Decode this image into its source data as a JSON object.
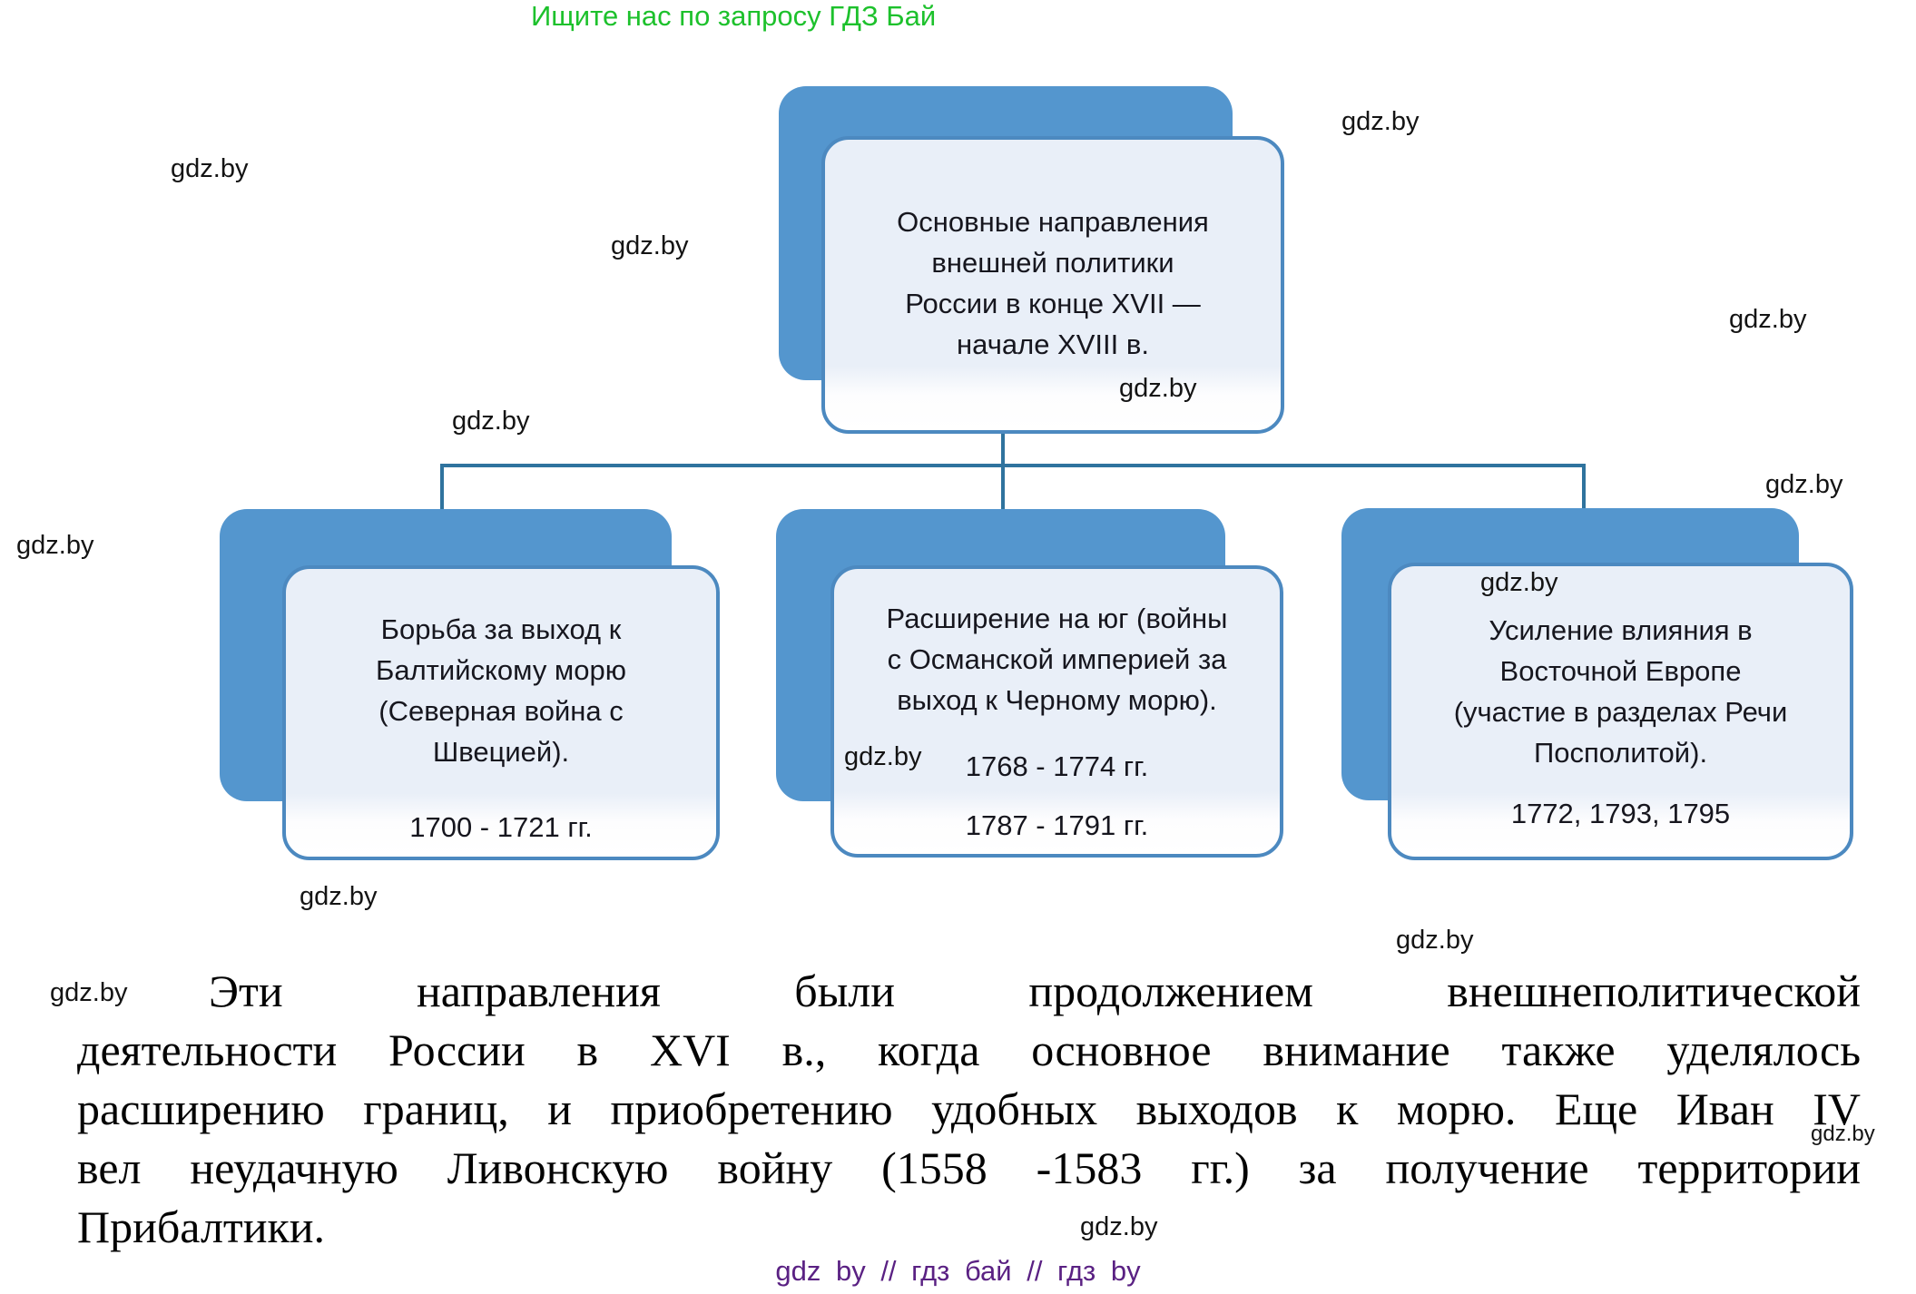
{
  "title": {
    "text": "Ищите нас по запросу ГДЗ Бай",
    "color": "#1DC12C"
  },
  "watermark": {
    "text": "gdz.by"
  },
  "diagram": {
    "colors": {
      "node_back_fill": "#5496CE",
      "node_front_fill": "#E9EFF8",
      "node_front_border": "#4C89C0",
      "connector": "#2F739E",
      "node_text": "#16161E"
    },
    "root": {
      "lines": [
        "Основные направления",
        "внешней политики",
        "России в конце XVII —",
        "начале XVIII в."
      ]
    },
    "children": [
      {
        "lines": [
          "Борьба за выход к",
          "Балтийскому морю",
          "(Северная война с",
          "Швецией)."
        ],
        "dates": [
          "1700 - 1721 гг."
        ]
      },
      {
        "lines": [
          "Расширение на юг (войны",
          "с Османской империей за",
          "выход к Черному морю)."
        ],
        "dates": [
          "1768 - 1774 гг.",
          "1787 - 1791 гг."
        ]
      },
      {
        "lines": [
          "Усиление влияния в",
          "Восточной Европе",
          "(участие в разделах Речи",
          "Посполитой)."
        ],
        "dates": [
          "1772, 1793, 1795"
        ]
      }
    ]
  },
  "paragraph": {
    "lines": [
      "Эти направления были продолжением внешнеполитической",
      "деятельности России в XVI в., когда основное внимание также уделялось",
      "расширению границ, и приобретению удобных выходов к морю. Еще Иван IV",
      "вел неудачную Ливонскую войну (1558 -1583 гг.) за получение территории",
      "Прибалтики."
    ]
  },
  "footer": {
    "text": "gdz by  //  гдз бай  //  гдз by",
    "color": "#5A2183"
  }
}
